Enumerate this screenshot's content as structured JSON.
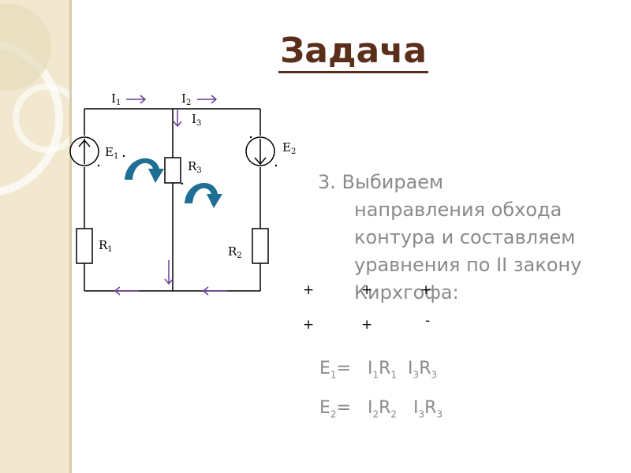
{
  "slide": {
    "title": "Задача",
    "step_line1": "3. Выбираем",
    "step_line2": "направления обхода",
    "step_line3": "контура и составляем",
    "step_line4": "уравнения по II закону",
    "step_line5": "Кирхгофа:"
  },
  "signs": {
    "s1": "+",
    "s2": "+",
    "s3": "+",
    "s4": "+",
    "s5": "+",
    "s6": "-"
  },
  "equations": {
    "eq1": {
      "lhs": "E",
      "lhs_sub": "1",
      "eqsign": "=",
      "a": "I",
      "a_sub": "1",
      "b": "R",
      "b_sub": "1",
      "c": "I",
      "c_sub": "3",
      "d": "R",
      "d_sub": "3"
    },
    "eq2": {
      "lhs": "E",
      "lhs_sub": "2",
      "eqsign": "=",
      "a": "I",
      "a_sub": "2",
      "b": "R",
      "b_sub": "2",
      "c": "I",
      "c_sub": "3",
      "d": "R",
      "d_sub": "3"
    }
  },
  "circuit": {
    "I1": "I",
    "I1_sub": "1",
    "I2": "I",
    "I2_sub": "2",
    "I3": "I",
    "I3_sub": "3",
    "E1": "E",
    "E1_sub": "1",
    "E2": "E",
    "E2_sub": "2",
    "R1": "R",
    "R1_sub": "1",
    "R2": "R",
    "R2_sub": "2",
    "R3": "R",
    "R3_sub": "3"
  },
  "colors": {
    "title": "#5a2e1a",
    "text": "#8a8a8a",
    "arrow": "#6a3d9a",
    "loop_arrow": "#1f6f94",
    "strip": "#f1e8cf"
  }
}
